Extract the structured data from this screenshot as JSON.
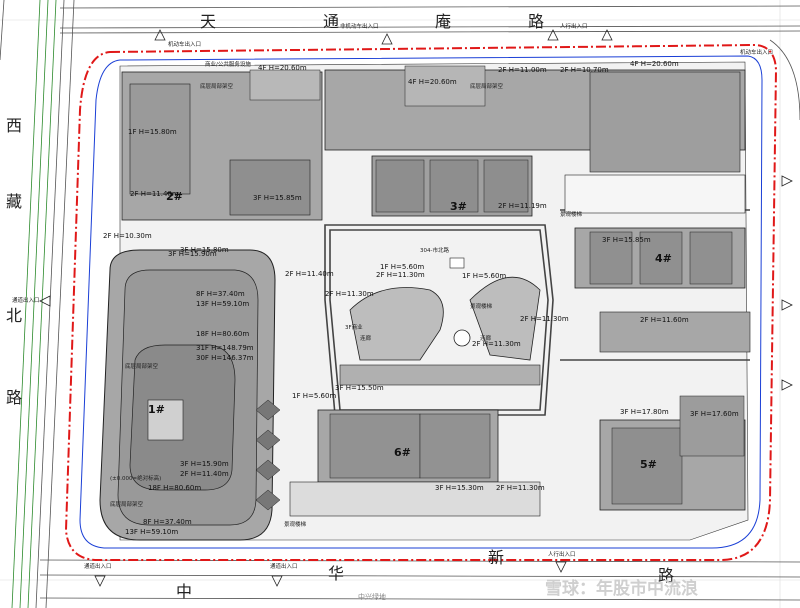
{
  "roads": {
    "north": [
      "天",
      "通",
      "庵",
      "路"
    ],
    "west": [
      "西",
      "藏",
      "北",
      "路"
    ],
    "south": [
      "中",
      "华",
      "新",
      "路"
    ]
  },
  "green": "中兴绿地",
  "buildings": [
    {
      "id": "b1",
      "label": "1#"
    },
    {
      "id": "b2",
      "label": "2#"
    },
    {
      "id": "b3",
      "label": "3#"
    },
    {
      "id": "b4",
      "label": "4#"
    },
    {
      "id": "b5",
      "label": "5#"
    },
    {
      "id": "b6",
      "label": "6#"
    }
  ],
  "heights": {
    "h1": "1F H=15.80m",
    "h2": "2F H=10.30m",
    "h3": "3F H=15.80m",
    "h4": "2F H=11.40m",
    "h5": "8F H=37.40m",
    "h6": "13F H=59.10m",
    "h7": "18F H=80.60m",
    "h8": "31F H=148.79m",
    "h9": "30F H=146.37m",
    "h10": "18F H=80.60m",
    "h11": "8F H=37.40m",
    "h12": "13F H=59.10m",
    "h13": "3F H=15.90m",
    "h14": "2F H=11.40m",
    "h15": "1F H=5.60m",
    "h16": "2F H=11.30m",
    "h17": "3F H=15.30m",
    "h18": "2F H=11.30m",
    "h19": "1F H=5.60m",
    "h20": "3F H=15.90m",
    "h21": "2F H=11.40m",
    "h22": "4F H=20.60m",
    "h23": "2F H=11.00m",
    "h24": "2F H=10.70m",
    "h25": "2F H=11.30m",
    "h26": "3F H=17.80m",
    "h27": "2F H=11.60m",
    "h28": "3F H=15.85m",
    "h29": "3F H=17.60m",
    "h30": "3F H=15.85m",
    "h31": "4F H=20.60m",
    "h32": "2F H=11.19m",
    "h33": "1F H=5.60m",
    "h34": "2F H=11.30m",
    "h35": "3F H=15.50m",
    "h36": "2F H=11.30m",
    "h37": "4F H=20.60m"
  },
  "notes": {
    "n1": "底层局部架空",
    "n2": "底层局部架空",
    "n3": "底层局部架空",
    "n4": "底层局部架空",
    "n5": "景观楼梯",
    "n6": "景观楼梯",
    "n7": "景观楼梯",
    "n8": "连廊",
    "n9": "连廊",
    "n10": "3F商业",
    "n11": "商业/公共服务设施",
    "n12": "304-市北路",
    "n13": "(±0.000=绝对标高)"
  },
  "gates": {
    "g1": "机动车出入口",
    "g2": "非机动车出入口",
    "g3": "人行出入口",
    "g4": "机动车出入口",
    "g5": "通道出入口",
    "g6": "通道出入口",
    "g7": "通道出入口",
    "g8": "人行出入口"
  },
  "watermark": "雪球：年股市中流浪",
  "colors": {
    "redline": "#e01818",
    "blueline": "#1a3fd6",
    "building": "#a7a7a7",
    "building_dark": "#8c8c8c",
    "road": "#ffffff",
    "ink": "#222222"
  }
}
